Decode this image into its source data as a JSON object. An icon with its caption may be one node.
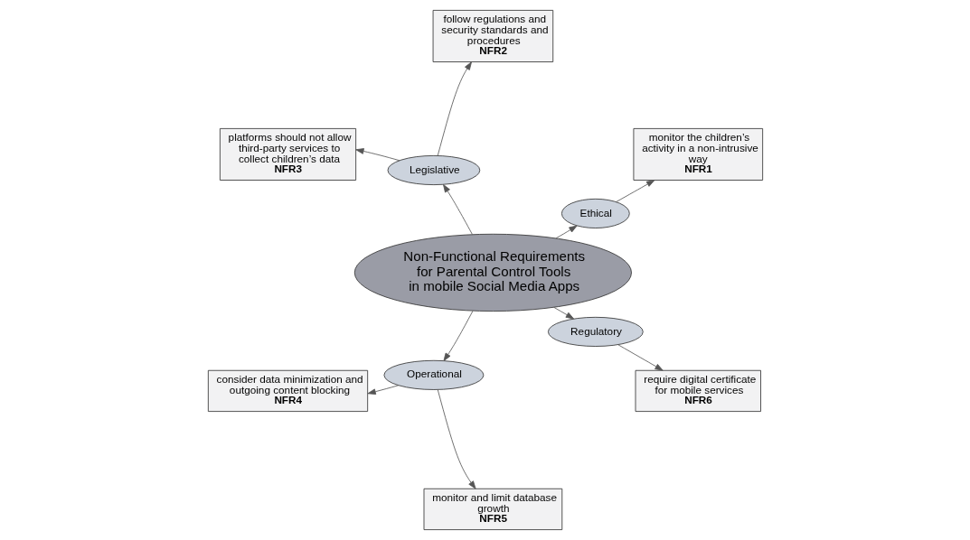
{
  "diagram": {
    "nodes": [
      {
        "text": [
          "Non-Functional Requirements for Parental Control Tools in mobile Social Media Apps"
        ]
      },
      {
        "text": [
          "Ethical"
        ]
      },
      {
        "text": [
          "Legislative"
        ]
      },
      {
        "text": [
          "Operational"
        ]
      },
      {
        "text": [
          "Regulatory"
        ]
      },
      {
        "text": [
          "monitor the children’s activity in a non-intrusive way",
          "NFR1"
        ]
      },
      {
        "text": [
          "follow regulations and security standards and procedures",
          "NFR2"
        ]
      },
      {
        "text": [
          "platforms should not allow third-party services to collect children’s data",
          "NFR3"
        ]
      },
      {
        "text": [
          "consider data minimization and outgoing content blocking",
          "NFR4"
        ]
      },
      {
        "text": [
          "monitor and limit database growth",
          "NFR5"
        ]
      },
      {
        "text": [
          "require digital certificate for mobile services",
          "NFR6"
        ]
      }
    ],
    "edges": [
      {
        "from": 0,
        "to": 1,
        "arrow": "to"
      },
      {
        "from": 0,
        "to": 2,
        "arrow": "to"
      },
      {
        "from": 0,
        "to": 3,
        "arrow": "to"
      },
      {
        "from": 0,
        "to": 4,
        "arrow": "to"
      },
      {
        "from": 1,
        "to": 5,
        "arrow": "to"
      },
      {
        "from": 2,
        "to": 6,
        "arrow": "to"
      },
      {
        "from": 2,
        "to": 7,
        "arrow": "to"
      },
      {
        "from": 3,
        "to": 8,
        "arrow": "to"
      },
      {
        "from": 3,
        "to": 9,
        "arrow": "to"
      },
      {
        "from": 4,
        "to": 10,
        "arrow": "to"
      }
    ]
  }
}
